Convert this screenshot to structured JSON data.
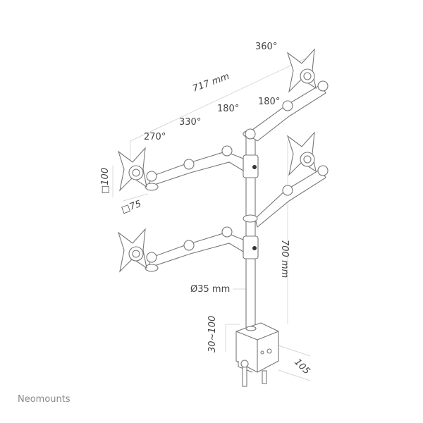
{
  "diagram": {
    "labels": {
      "rot_360": "360°",
      "width_717": "717 mm",
      "rot_180_a": "180°",
      "rot_180_b": "180°",
      "rot_330": "330°",
      "rot_270": "270°",
      "vesa_100": "□100",
      "vesa_75": "□75",
      "height_700": "700 mm",
      "pole_diameter": "Ø35 mm",
      "clamp_range": "30~100",
      "clamp_depth": "105"
    },
    "line_color": "#777777"
  },
  "brand": {
    "name": "Neomounts"
  }
}
